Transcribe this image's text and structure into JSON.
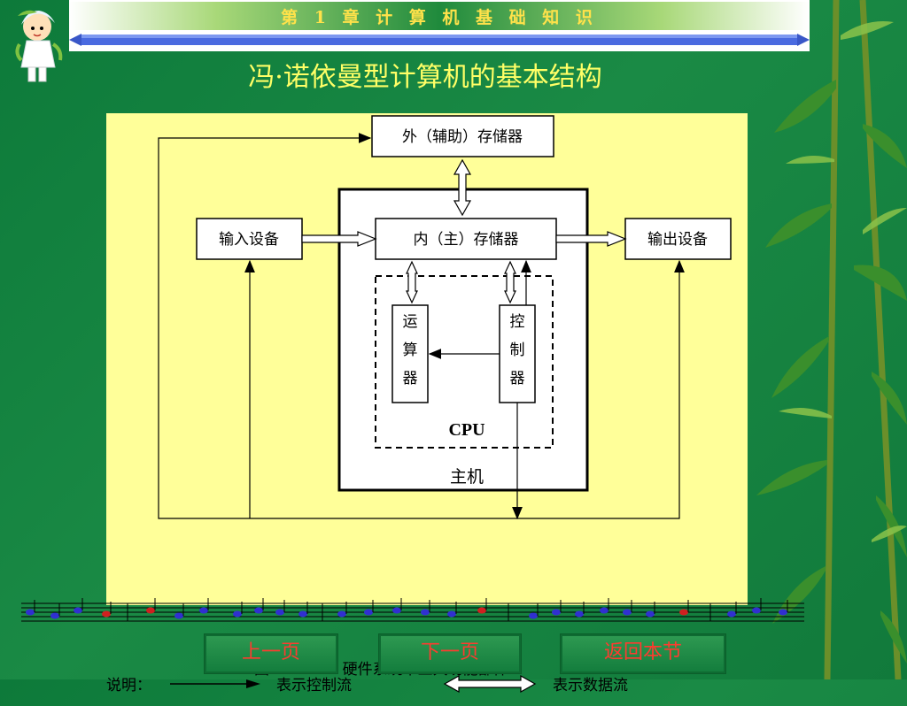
{
  "header": {
    "chapter_title": "第 1 章 计 算 机 基 础 知 识"
  },
  "slide": {
    "title": "冯·诺依曼型计算机的基本结构"
  },
  "diagram": {
    "external_storage": "外（辅助）存储器",
    "input_device": "输入设备",
    "main_memory": "内（主）存储器",
    "output_device": "输出设备",
    "alu": [
      "运",
      "算",
      "器"
    ],
    "controller": [
      "控",
      "制",
      "器"
    ],
    "cpu_label": "CPU",
    "host_label": "主机",
    "caption_number": "图 1.2.2",
    "caption_text": "硬件系统中五大功能部件"
  },
  "legend": {
    "prefix": "说明：",
    "control_flow": "表示控制流",
    "data_flow": "表示数据流"
  },
  "nav": {
    "prev": "上一页",
    "next": "下一页",
    "back": "返回本节"
  },
  "colors": {
    "background": "#117a3b",
    "panel": "#ffff99",
    "title": "#ffff66",
    "banner_text": "#ffe24a",
    "nav_text": "#ff3b2f"
  }
}
